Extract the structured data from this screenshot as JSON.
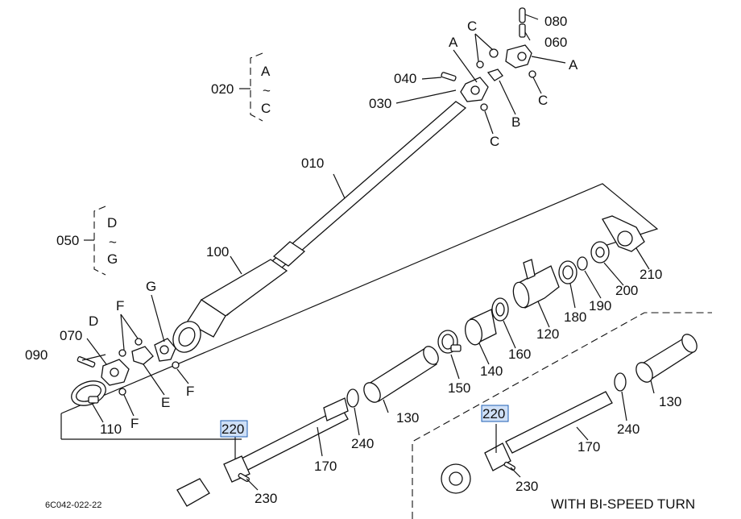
{
  "parts": {
    "p010": "010",
    "p020": "020",
    "p030": "030",
    "p040": "040",
    "p050": "050",
    "p060": "060",
    "p070": "070",
    "p080": "080",
    "p090": "090",
    "p100": "100",
    "p110": "110",
    "p120": "120",
    "p130": "130",
    "p140": "140",
    "p150": "150",
    "p160": "160",
    "p170": "170",
    "p180": "180",
    "p190": "190",
    "p200": "200",
    "p210": "210",
    "p220": "220",
    "p230": "230",
    "p240": "240"
  },
  "group_020": {
    "top": "A",
    "tilde": "~",
    "bottom": "C"
  },
  "group_050": {
    "top": "D",
    "tilde": "~",
    "bottom": "G"
  },
  "callouts": {
    "A": "A",
    "B": "B",
    "C": "C",
    "D": "D",
    "E": "E",
    "F": "F",
    "G": "G"
  },
  "variant_label": "WITH BI-SPEED TURN",
  "figure_ref": "6C042-022-22",
  "highlight_color": "#cfe0f7"
}
